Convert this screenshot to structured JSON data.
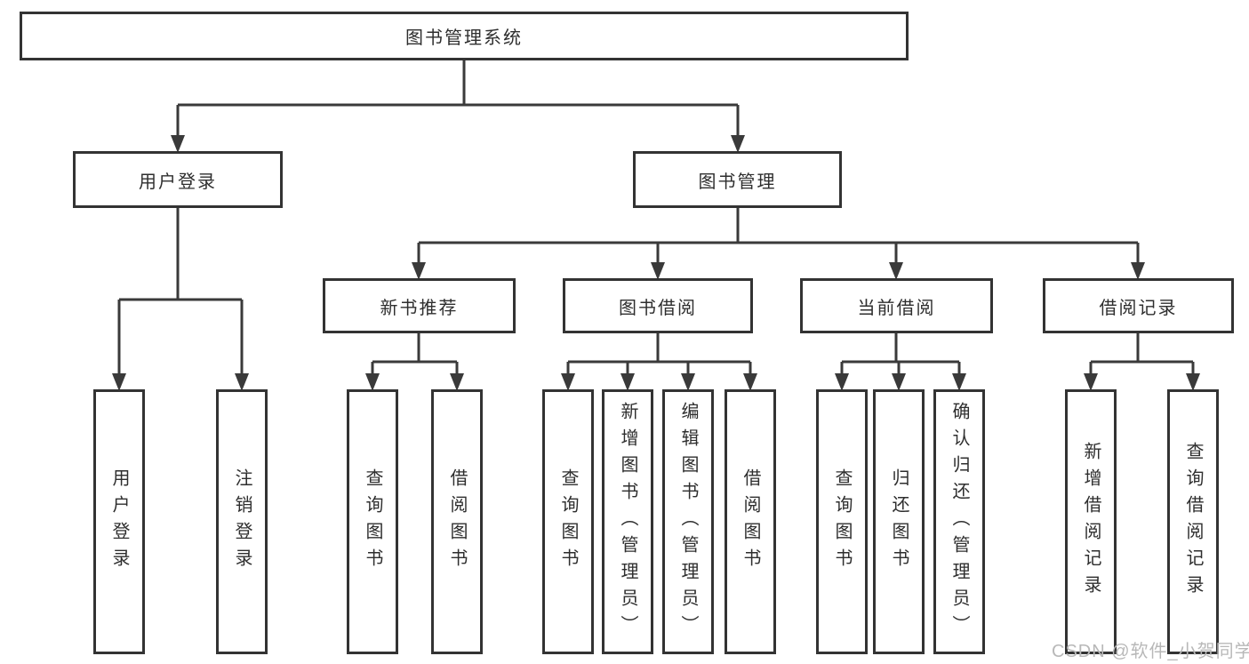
{
  "colors": {
    "line": "#3a3a3a",
    "box_border": "#333333",
    "text": "#2e2e2e",
    "background": "#ffffff",
    "watermark": "#b8b8b8"
  },
  "watermark": {
    "text": "CSDN @软件_小贺同学"
  },
  "diagram": {
    "root": {
      "label": "图书管理系统"
    },
    "branches": [
      {
        "label": "用户登录",
        "children": [
          {
            "label": "用户登录"
          },
          {
            "label": "注销登录"
          }
        ]
      },
      {
        "label": "图书管理",
        "children": [
          {
            "label": "新书推荐",
            "children": [
              {
                "label": "查询图书"
              },
              {
                "label": "借阅图书"
              }
            ]
          },
          {
            "label": "图书借阅",
            "children": [
              {
                "label": "查询图书"
              },
              {
                "label": "新增图书（管理员）"
              },
              {
                "label": "编辑图书（管理员）"
              },
              {
                "label": "借阅图书"
              }
            ]
          },
          {
            "label": "当前借阅",
            "children": [
              {
                "label": "查询图书"
              },
              {
                "label": "归还图书"
              },
              {
                "label": "确认归还（管理员）"
              }
            ]
          },
          {
            "label": "借阅记录",
            "children": [
              {
                "label": "新增借阅记录"
              },
              {
                "label": "查询借阅记录"
              }
            ]
          }
        ]
      }
    ]
  }
}
